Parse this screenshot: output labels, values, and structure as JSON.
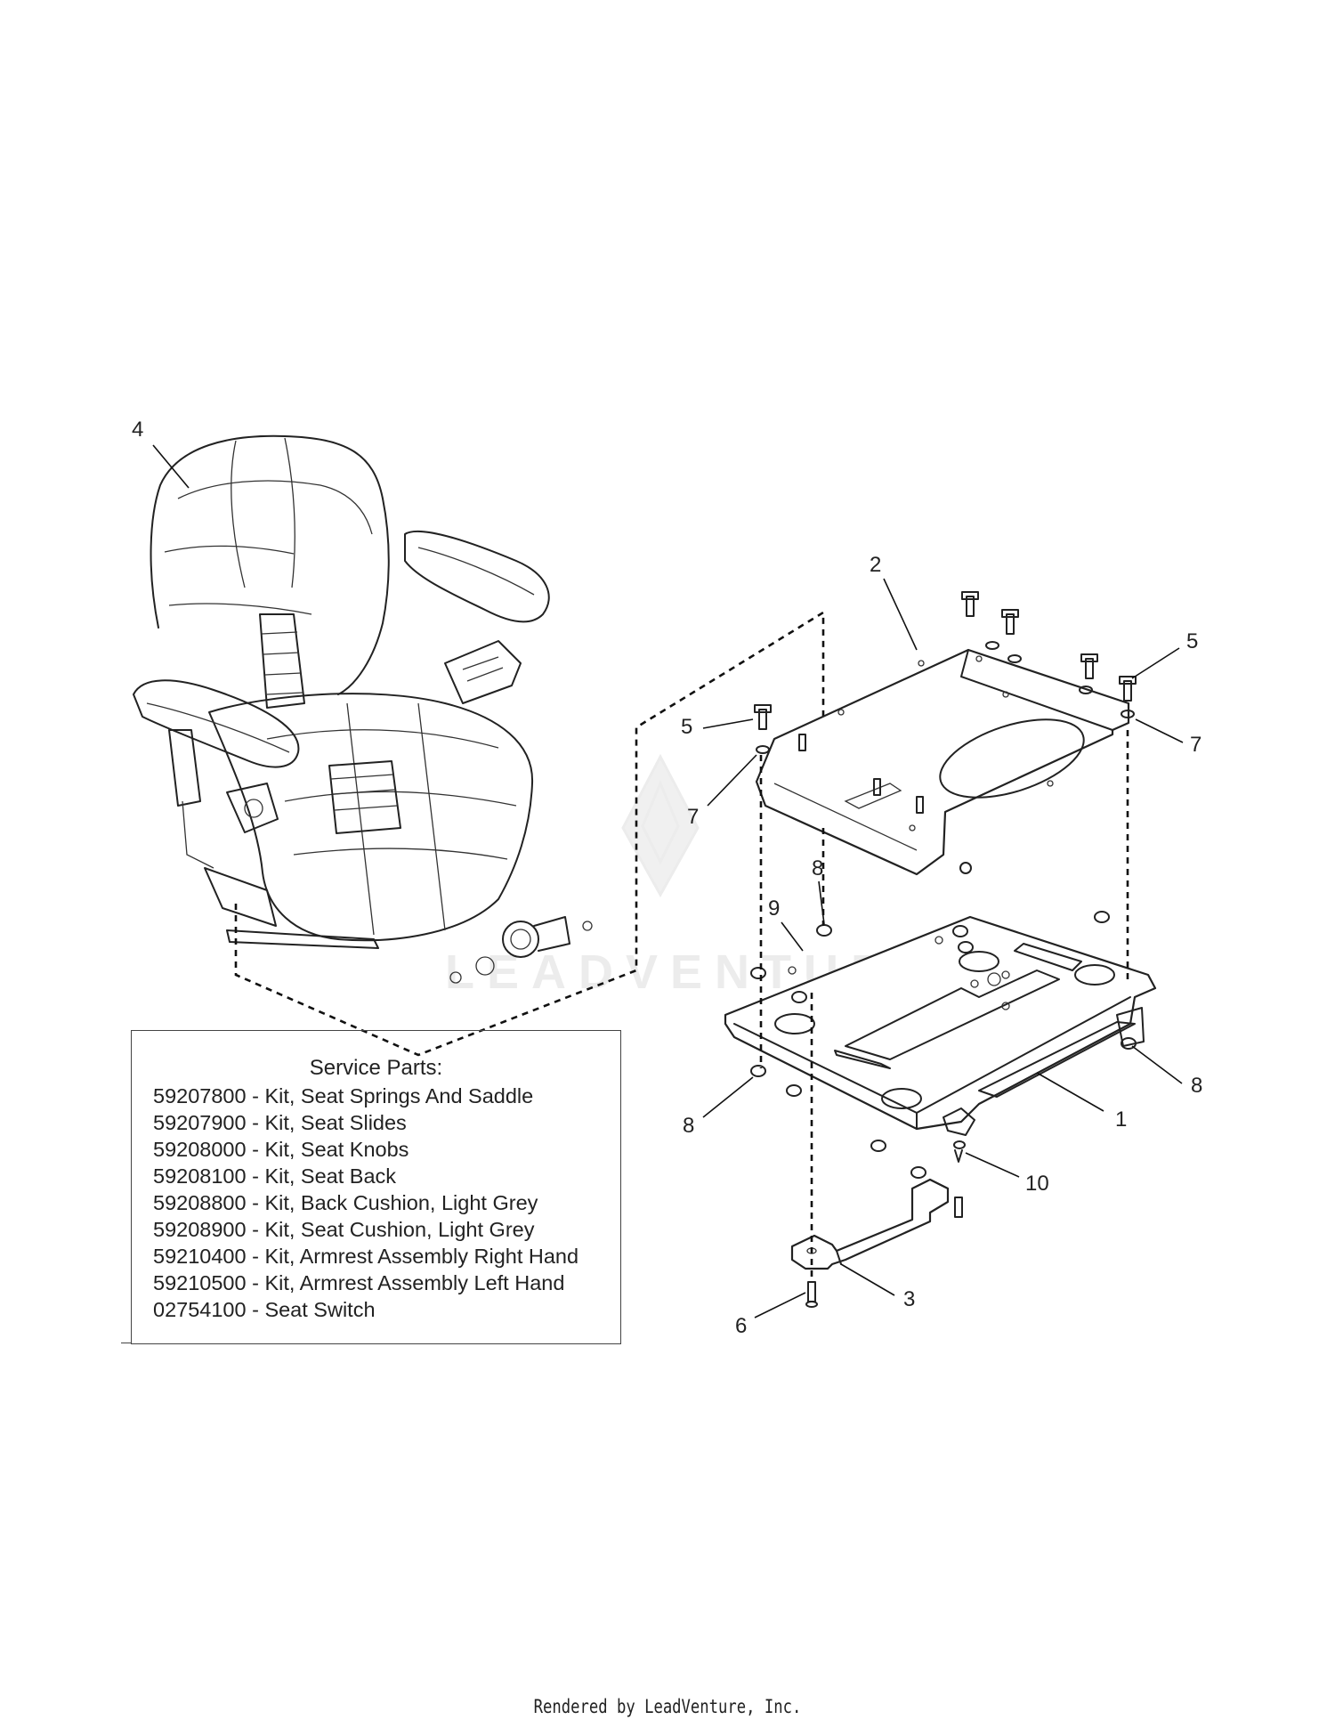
{
  "watermark": {
    "text": "LEADVENTURE"
  },
  "callouts": {
    "c1": "1",
    "c2": "2",
    "c3": "3",
    "c4": "4",
    "c5a": "5",
    "c5b": "5",
    "c6": "6",
    "c7a": "7",
    "c7b": "7",
    "c8a": "8",
    "c8b": "8",
    "c8c": "8",
    "c9": "9",
    "c10": "10"
  },
  "service_parts": {
    "title": "Service Parts:",
    "items": [
      "59207800 - Kit, Seat Springs And Saddle",
      "59207900 - Kit, Seat Slides",
      "59208000 - Kit, Seat Knobs",
      "59208100 - Kit, Seat Back",
      "59208800 - Kit, Back Cushion, Light Grey",
      "59208900 - Kit, Seat Cushion, Light Grey",
      "59210400 - Kit, Armrest Assembly Right Hand",
      "59210500 - Kit, Armrest Assembly Left Hand",
      "02754100 - Seat Switch"
    ]
  },
  "footer": {
    "credit": "Rendered by LeadVenture, Inc."
  }
}
